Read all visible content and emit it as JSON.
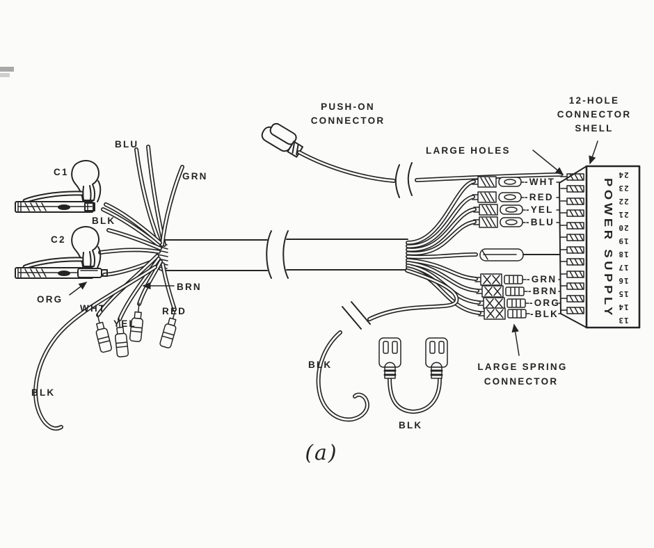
{
  "caption": "(a)",
  "labels": {
    "c1": "C1",
    "c2": "C2",
    "blu": "BLU",
    "grn": "GRN",
    "blk_upper": "BLK",
    "org": "ORG",
    "wht": "WHT",
    "yel": "YEL",
    "brn": "BRN",
    "red": "RED",
    "blk_arc": "BLK",
    "blk_loop": "BLK",
    "blk_jumper": "BLK"
  },
  "annotations": {
    "push_on_line1": "PUSH-ON",
    "push_on_line2": "CONNECTOR",
    "large_holes": "LARGE HOLES",
    "shell_line1": "12-HOLE",
    "shell_line2": "CONNECTOR",
    "shell_line3": "SHELL",
    "spring_line1": "LARGE SPRING",
    "spring_line2": "CONNECTOR",
    "power_supply": "POWER SUPPLY"
  },
  "right_labels_top": [
    "-WHT",
    "-RED",
    "-YEL",
    "-BLU"
  ],
  "right_labels_bottom": [
    "-GRN",
    "-BRN",
    "-ORG",
    "-BLK"
  ],
  "connector_pins": [
    "24",
    "23",
    "22",
    "21",
    "20",
    "19",
    "18",
    "17",
    "16",
    "15",
    "14",
    "13"
  ],
  "colors": {
    "ink": "#242424",
    "paper": "#fbfbfa"
  }
}
